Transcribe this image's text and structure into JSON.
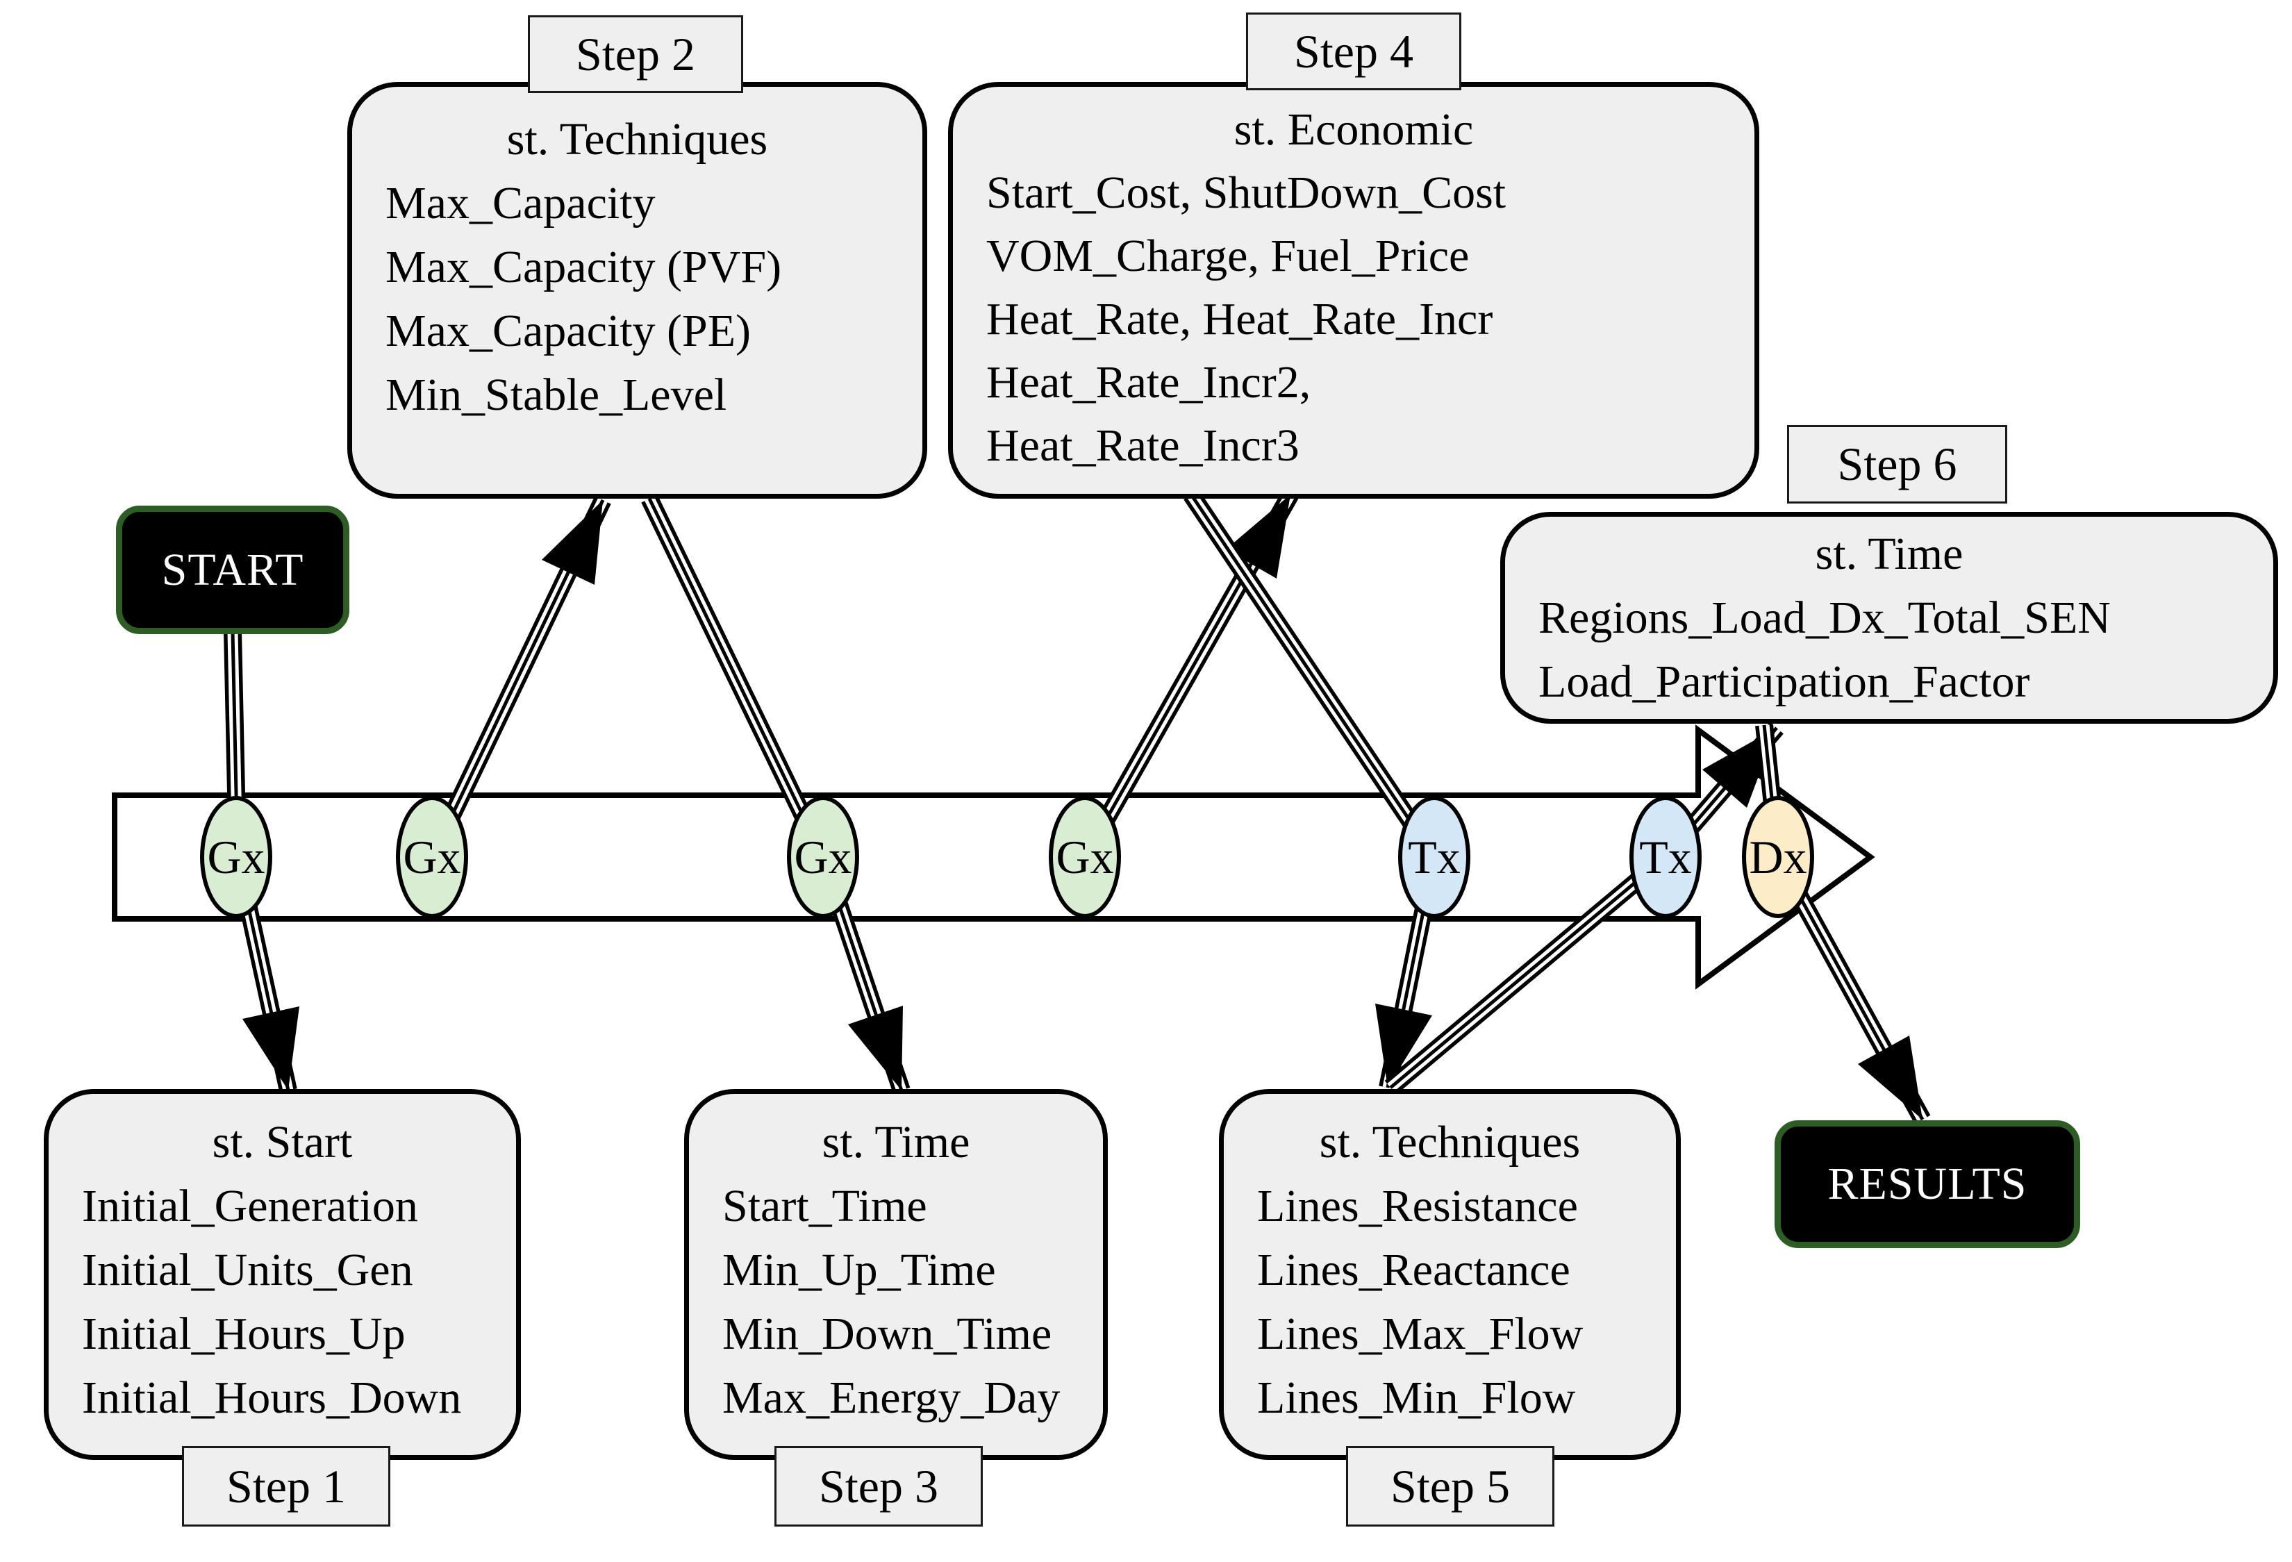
{
  "diagram": {
    "start_label": "START",
    "results_label": "RESULTS",
    "steps": [
      {
        "tag": "Step 1",
        "title": "st. Start",
        "lines": [
          "Initial_Generation",
          "Initial_Units_Gen",
          "Initial_Hours_Up",
          "Initial_Hours_Down"
        ]
      },
      {
        "tag": "Step 2",
        "title": "st. Techniques",
        "lines": [
          "Max_Capacity",
          "Max_Capacity (PVF)",
          "Max_Capacity (PE)",
          "Min_Stable_Level"
        ]
      },
      {
        "tag": "Step 3",
        "title": "st. Time",
        "lines": [
          "Start_Time",
          "Min_Up_Time",
          "Min_Down_Time",
          "Max_Energy_Day"
        ]
      },
      {
        "tag": "Step 4",
        "title": "st. Economic",
        "lines": [
          "Start_Cost, ShutDown_Cost",
          "VOM_Charge, Fuel_Price",
          "Heat_Rate, Heat_Rate_Incr",
          "Heat_Rate_Incr2,",
          "Heat_Rate_Incr3"
        ]
      },
      {
        "tag": "Step 5",
        "title": "st. Techniques",
        "lines": [
          "Lines_Resistance",
          "Lines_Reactance",
          "Lines_Max_Flow",
          "Lines_Min_Flow"
        ]
      },
      {
        "tag": "Step 6",
        "title": "st. Time",
        "lines": [
          "Regions_Load_Dx_Total_SEN",
          "Load_Participation_Factor"
        ]
      }
    ],
    "flow_nodes": [
      {
        "label": "Gx"
      },
      {
        "label": "Gx"
      },
      {
        "label": "Gx"
      },
      {
        "label": "Gx"
      },
      {
        "label": "Tx"
      },
      {
        "label": "Tx"
      },
      {
        "label": "Dx"
      }
    ],
    "colors": {
      "box_fill": "#efefef",
      "gx_fill": "#d9edd3",
      "tx_fill": "#d3e7f6",
      "dx_fill": "#fcedc8",
      "terminal_fill": "#000000",
      "terminal_border": "#2d5c24",
      "line_color": "#000000"
    }
  }
}
